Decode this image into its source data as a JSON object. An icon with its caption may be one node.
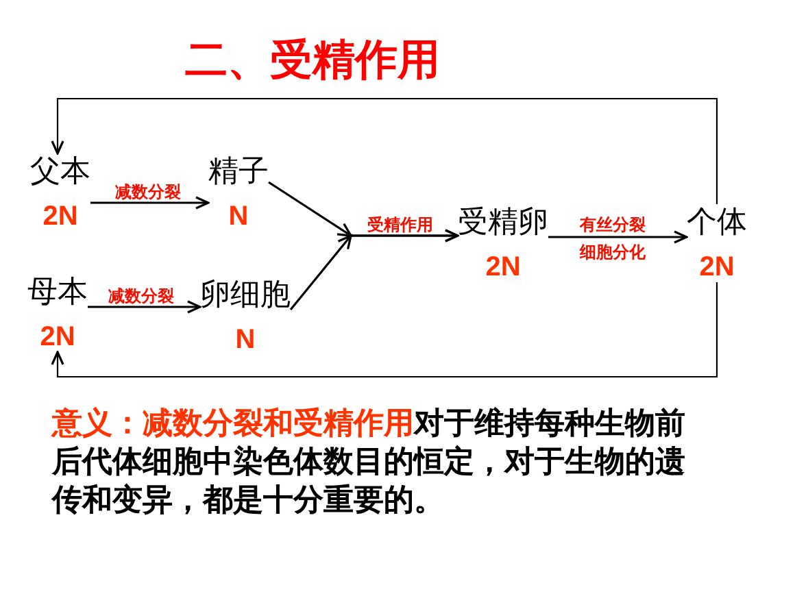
{
  "diagram": {
    "title": "二、受精作用",
    "nodes": [
      {
        "text": [
          "父本",
          "2N"
        ]
      },
      {
        "text": [
          "精子",
          "N"
        ]
      },
      {
        "text": [
          "母本",
          "2N"
        ]
      },
      {
        "text": [
          "卵细胞",
          "N"
        ]
      },
      {
        "text": [
          "受精卵",
          "2N"
        ]
      },
      {
        "text": [
          "个体",
          "2N"
        ]
      }
    ],
    "edges": [
      {
        "from": 0,
        "to": 1,
        "arrow": "to",
        "label": "减数分裂"
      },
      {
        "from": 2,
        "to": 3,
        "arrow": "to",
        "label": "减数分裂"
      },
      {
        "from": 1,
        "to": 4,
        "arrow": "to",
        "label": "受精作用"
      },
      {
        "from": 3,
        "to": 4,
        "arrow": "to"
      },
      {
        "from": 4,
        "to": 5,
        "arrow": "to",
        "label": "有丝分裂"
      },
      {
        "from": 5,
        "to": 0,
        "arrow": "to"
      },
      {
        "from": 5,
        "to": 2,
        "arrow": "to"
      }
    ],
    "labels": [
      "细胞分化"
    ],
    "caption": "**意义：减数分裂和受精作用**对于维持每种生物前后代体细胞中染色体数目的恒定，对于生物的遗传和变异，都是十分重要的。"
  }
}
